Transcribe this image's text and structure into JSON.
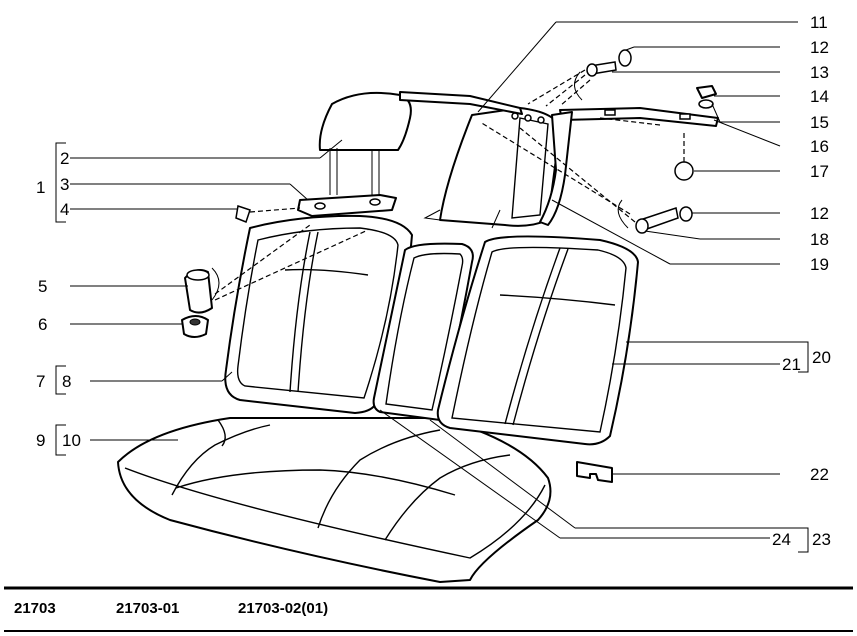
{
  "callouts": {
    "c1": "1",
    "c2": "2",
    "c3": "3",
    "c4": "4",
    "c5": "5",
    "c6": "6",
    "c7": "7",
    "c8": "8",
    "c9": "9",
    "c10": "10",
    "c11": "11",
    "c12a": "12",
    "c12b": "12",
    "c13": "13",
    "c14": "14",
    "c15": "15",
    "c16": "16",
    "c17": "17",
    "c18": "18",
    "c19": "19",
    "c20": "20",
    "c21": "21",
    "c22": "22",
    "c23": "23",
    "c24": "24"
  },
  "footer": {
    "code1": "21703",
    "code2": "21703-01",
    "code3": "21703-02(01)"
  }
}
